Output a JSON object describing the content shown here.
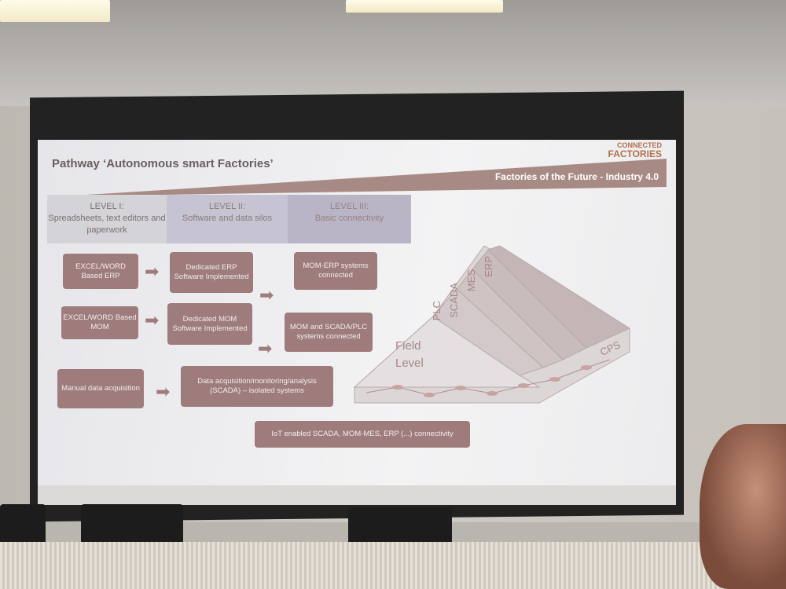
{
  "slide": {
    "title": "Pathway ‘Autonomous smart Factories’",
    "logo": [
      "CONNECTED",
      "FACTORIES"
    ],
    "tagline": "Factories of the Future - Industry 4.0",
    "levels": [
      {
        "label": "LEVEL I:",
        "desc": "Spreadsheets, text editors and paperwork"
      },
      {
        "label": "LEVEL II:",
        "desc": "Software and data silos"
      },
      {
        "label": "LEVEL III:",
        "desc": "Basic connectivity"
      }
    ],
    "boxes": {
      "excel_erp": "EXCEL/WORD Based ERP",
      "erp_sw": "Dedicated ERP Software Implemented",
      "mom_erp": "MOM-ERP systems connected",
      "excel_mom": "EXCEL/WORD Based MOM",
      "mom_sw": "Dedicated MOM Software Implemented",
      "mom_scada": "MOM and SCADA/PLC systems connected",
      "manual": "Manual data acquisition",
      "scada": "Data acquisition/monitoring/analysis (SCADA) – isolated systems",
      "iot": "IoT enabled SCADA, MOM-MES, ERP (...) connectivity"
    },
    "pyramid": {
      "field": "Field Level",
      "layers": [
        "PLC",
        "SCADA",
        "MES",
        "ERP"
      ],
      "cps": "CPS"
    }
  }
}
